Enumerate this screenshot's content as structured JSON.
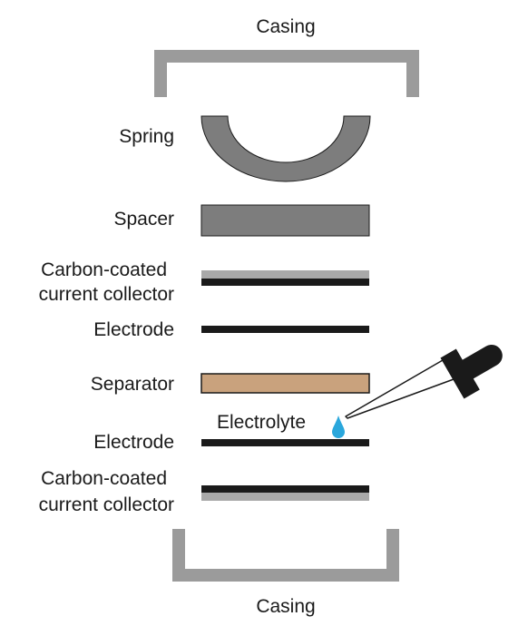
{
  "labels": {
    "casing_top": "Casing",
    "spring": "Spring",
    "spacer": "Spacer",
    "carbon_top_line1": "Carbon-coated",
    "carbon_top_line2": "current collector",
    "electrode_top": "Electrode",
    "separator": "Separator",
    "electrolyte": "Electrolyte",
    "electrode_bottom": "Electrode",
    "carbon_bottom_line1": "Carbon-coated",
    "carbon_bottom_line2": "current collector",
    "casing_bottom": "Casing"
  },
  "colors": {
    "casing": "#9b9b9b",
    "spring": "#7d7d7d",
    "spacer": "#7d7d7d",
    "carbon_coating": "#a9a9a9",
    "electrode": "#1a1a1a",
    "separator": "#c9a27d",
    "electrolyte_drop": "#2aa7dc",
    "dropper_bulb": "#1a1a1a"
  }
}
